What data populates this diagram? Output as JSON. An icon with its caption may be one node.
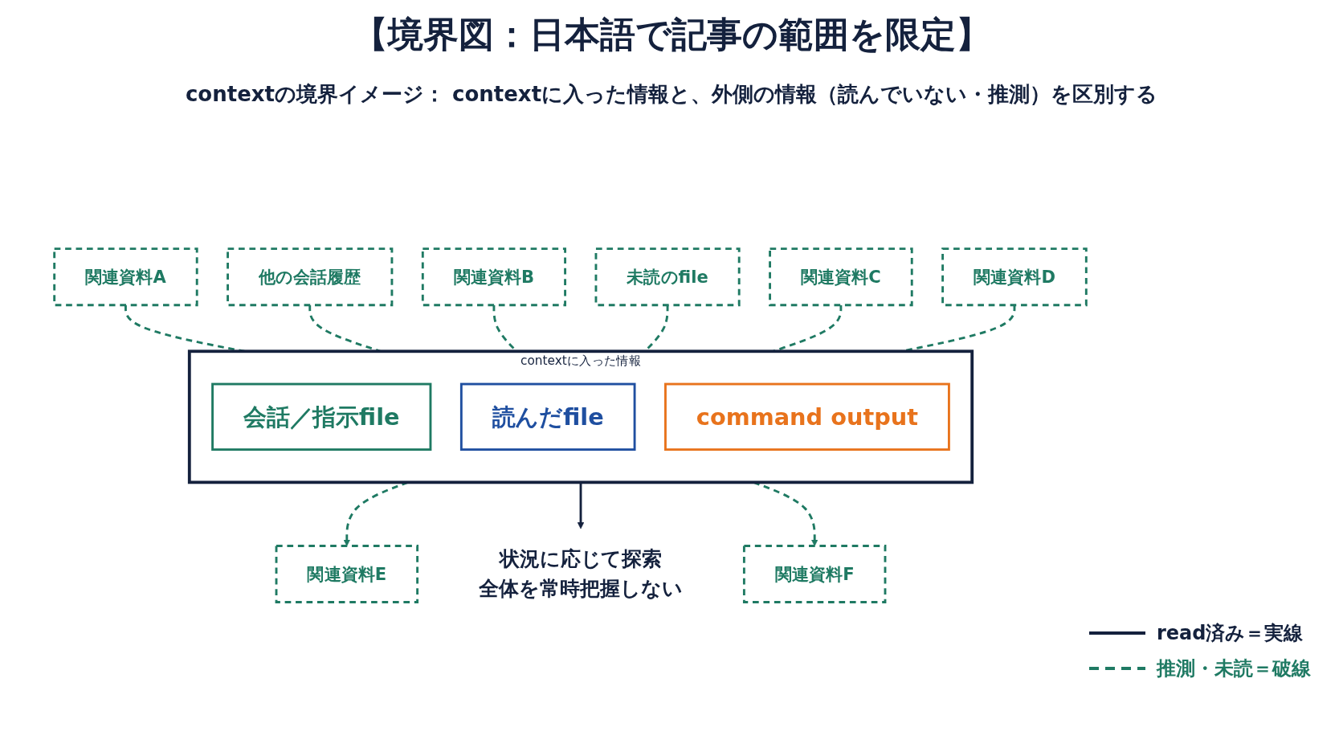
{
  "diagram": {
    "title": "【境界図：日本語で記事の範囲を限定】",
    "nodes": [
      {
        "text": [
          "contextに入った情報"
        ]
      },
      {
        "text": [
          "会話／指示file"
        ],
        "in": 0
      },
      {
        "text": [
          "読んだfile"
        ],
        "in": 0
      },
      {
        "text": [
          "command output"
        ],
        "in": 0
      },
      {
        "text": [
          "関連資料A"
        ]
      },
      {
        "text": [
          "他の会話履歴"
        ]
      },
      {
        "text": [
          "関連資料B"
        ]
      },
      {
        "text": [
          "未読のfile"
        ]
      },
      {
        "text": [
          "関連資料C"
        ]
      },
      {
        "text": [
          "関連資料D"
        ]
      },
      {
        "text": [
          "関連資料E"
        ]
      },
      {
        "text": [
          "状況に応じて探索",
          "全体を常時把握しない"
        ]
      },
      {
        "text": [
          "関連資料F"
        ]
      }
    ],
    "edges": [
      {
        "from": 4,
        "to": 0,
        "arrow": "none",
        "style": "dashed"
      },
      {
        "from": 5,
        "to": 0,
        "arrow": "none",
        "style": "dashed"
      },
      {
        "from": 6,
        "to": 0,
        "arrow": "none",
        "style": "dashed"
      },
      {
        "from": 7,
        "to": 0,
        "arrow": "none",
        "style": "dashed"
      },
      {
        "from": 8,
        "to": 0,
        "arrow": "none",
        "style": "dashed"
      },
      {
        "from": 9,
        "to": 0,
        "arrow": "none",
        "style": "dashed"
      },
      {
        "from": 0,
        "to": 10,
        "arrow": "to",
        "style": "dashed"
      },
      {
        "from": 0,
        "to": 11,
        "arrow": "to",
        "color": "#14213d"
      },
      {
        "from": 0,
        "to": 12,
        "arrow": "to",
        "style": "dashed"
      }
    ],
    "labels": [
      "contextの境界イメージ： contextに入った情報と、外側の情報（読んでいない・推測）を区別する"
    ],
    "legend": [
      {
        "text": "read済み＝実線"
      },
      {
        "text": "推測・未読＝破線"
      }
    ]
  }
}
